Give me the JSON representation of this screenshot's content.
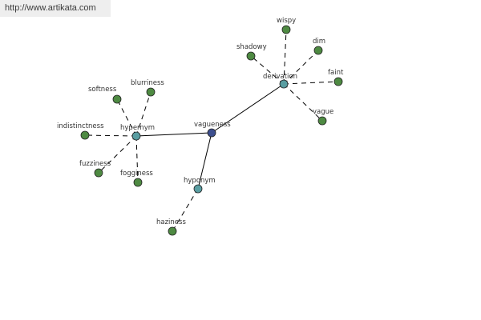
{
  "watermark": "http://www.artikata.com",
  "graph": {
    "colors": {
      "center": "#3d4f8f",
      "relation": "#5a9ea2",
      "word": "#4e8a42"
    },
    "nodes": [
      {
        "id": "vagueness",
        "label": "vagueness",
        "kind": "center"
      },
      {
        "id": "hypernym",
        "label": "hypernym",
        "kind": "relation"
      },
      {
        "id": "derivation",
        "label": "derivation",
        "kind": "relation"
      },
      {
        "id": "hyponym",
        "label": "hyponym",
        "kind": "relation"
      },
      {
        "id": "softness",
        "label": "softness",
        "kind": "word"
      },
      {
        "id": "blurriness",
        "label": "blurriness",
        "kind": "word"
      },
      {
        "id": "indistinctness",
        "label": "indistinctness",
        "kind": "word"
      },
      {
        "id": "fuzziness",
        "label": "fuzziness",
        "kind": "word"
      },
      {
        "id": "fogginess",
        "label": "fogginess",
        "kind": "word"
      },
      {
        "id": "wispy",
        "label": "wispy",
        "kind": "word"
      },
      {
        "id": "shadowy",
        "label": "shadowy",
        "kind": "word"
      },
      {
        "id": "dim",
        "label": "dim",
        "kind": "word"
      },
      {
        "id": "faint",
        "label": "faint",
        "kind": "word"
      },
      {
        "id": "vague",
        "label": "vague",
        "kind": "word"
      },
      {
        "id": "haziness",
        "label": "haziness",
        "kind": "word"
      }
    ],
    "edges": [
      {
        "from": "vagueness",
        "to": "hypernym",
        "style": "solid"
      },
      {
        "from": "vagueness",
        "to": "derivation",
        "style": "solid"
      },
      {
        "from": "vagueness",
        "to": "hyponym",
        "style": "solid"
      },
      {
        "from": "hypernym",
        "to": "softness",
        "style": "dashed"
      },
      {
        "from": "hypernym",
        "to": "blurriness",
        "style": "dashed"
      },
      {
        "from": "hypernym",
        "to": "indistinctness",
        "style": "dashed"
      },
      {
        "from": "hypernym",
        "to": "fuzziness",
        "style": "dashed"
      },
      {
        "from": "hypernym",
        "to": "fogginess",
        "style": "dashed"
      },
      {
        "from": "derivation",
        "to": "wispy",
        "style": "dashed"
      },
      {
        "from": "derivation",
        "to": "shadowy",
        "style": "dashed"
      },
      {
        "from": "derivation",
        "to": "dim",
        "style": "dashed"
      },
      {
        "from": "derivation",
        "to": "faint",
        "style": "dashed"
      },
      {
        "from": "derivation",
        "to": "vague",
        "style": "dashed"
      },
      {
        "from": "hyponym",
        "to": "haziness",
        "style": "dashed"
      }
    ]
  }
}
